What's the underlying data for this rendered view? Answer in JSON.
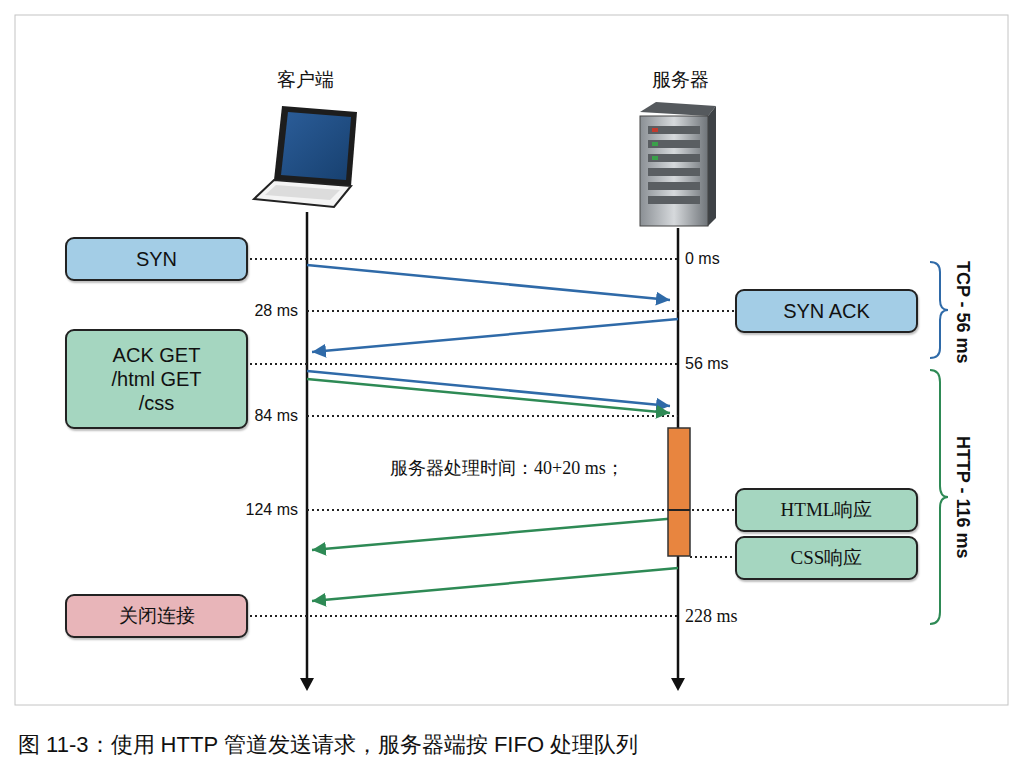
{
  "diagram": {
    "caption": "图 11-3：使用 HTTP 管道发送请求，服务器端按 FIFO 处理队列",
    "nodes": [
      {
        "text": [
          "SYN"
        ]
      },
      {
        "text": [
          "SYN ACK"
        ]
      },
      {
        "text": [
          "ACK GET /html GET /css"
        ]
      },
      {
        "text": [
          "HTML响应"
        ]
      },
      {
        "text": [
          "CSS响应"
        ]
      },
      {
        "text": [
          "关闭连接"
        ]
      }
    ],
    "labels": [
      "客户端",
      "服务器",
      "0 ms",
      "28 ms",
      "56 ms",
      "84 ms",
      "服务器处理时间：40+20 ms；",
      "124 ms",
      "228 ms",
      "TCP - 56 ms",
      "HTTP - 116 ms"
    ]
  }
}
